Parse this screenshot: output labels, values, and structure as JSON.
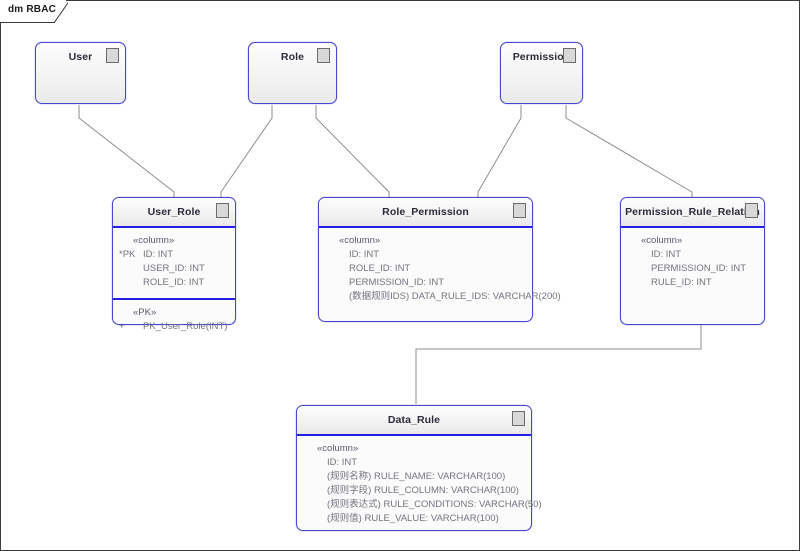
{
  "diagram": {
    "tab_label": "dm RBAC",
    "colors": {
      "entity_border": "#4646d2",
      "compartment_divider": "#2222dd",
      "connector": "#8d8d8d",
      "frame_border": "#3c3c3c",
      "icon_header": "#1a4fd6"
    }
  },
  "entities": {
    "user": {
      "title": "User",
      "icon": "table-icon"
    },
    "role": {
      "title": "Role",
      "icon": "table-icon"
    },
    "permission": {
      "title": "Permission",
      "icon": "table-icon"
    },
    "user_role": {
      "title": "User_Role",
      "icon": "table-icon",
      "column_stereotype": "«column»",
      "columns": [
        {
          "prefix": "*PK",
          "text": "ID: INT"
        },
        {
          "prefix": "",
          "text": "USER_ID: INT"
        },
        {
          "prefix": "",
          "text": "ROLE_ID: INT"
        }
      ],
      "pk_stereotype": "«PK»",
      "pk_rows": [
        {
          "prefix": "+",
          "text": "PK_User_Role(INT)"
        }
      ]
    },
    "role_permission": {
      "title": "Role_Permission",
      "icon": "table-icon",
      "column_stereotype": "«column»",
      "columns": [
        {
          "prefix": "",
          "text": "ID: INT"
        },
        {
          "prefix": "",
          "text": "ROLE_ID: INT"
        },
        {
          "prefix": "",
          "text": "PERMISSION_ID: INT"
        },
        {
          "prefix": "",
          "text": "(数据规则IDS) DATA_RULE_IDS: VARCHAR(200)"
        }
      ]
    },
    "permission_rule_relation": {
      "title": "Permission_Rule_Relation",
      "icon": "table-icon",
      "column_stereotype": "«column»",
      "columns": [
        {
          "prefix": "",
          "text": "ID: INT"
        },
        {
          "prefix": "",
          "text": "PERMISSION_ID: INT"
        },
        {
          "prefix": "",
          "text": "RULE_ID: INT"
        }
      ]
    },
    "data_rule": {
      "title": "Data_Rule",
      "icon": "table-icon",
      "column_stereotype": "«column»",
      "columns": [
        {
          "prefix": "",
          "text": "ID: INT"
        },
        {
          "prefix": "",
          "text": "(规则名称) RULE_NAME: VARCHAR(100)"
        },
        {
          "prefix": "",
          "text": "(规则字段) RULE_COLUMN: VARCHAR(100)"
        },
        {
          "prefix": "",
          "text": "(规则表达式) RULE_CONDITIONS: VARCHAR(50)"
        },
        {
          "prefix": "",
          "text": "(规则值) RULE_VALUE: VARCHAR(100)"
        }
      ]
    }
  }
}
